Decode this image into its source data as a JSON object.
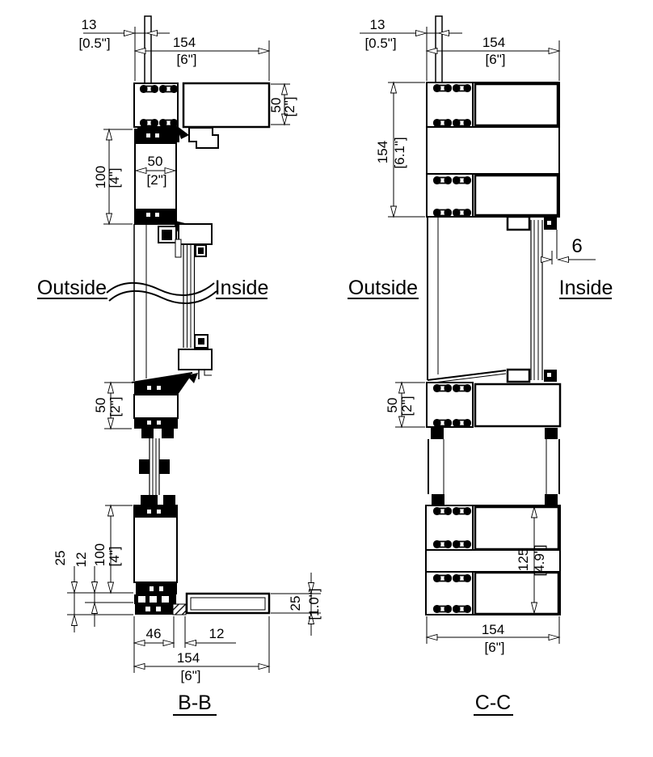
{
  "colors": {
    "line": "#000000",
    "background": "#ffffff"
  },
  "labels": {
    "outside": "Outside",
    "inside": "Inside"
  },
  "bb": {
    "label": "B-B",
    "anchor_mm": "13",
    "anchor_in": "[0.5\"]",
    "top_w_mm": "154",
    "top_w_in": "[6\"]",
    "head_h_mm": "50",
    "head_h_in": "[2\"]",
    "transom_h_mm": "100",
    "transom_h_in": "[4\"]",
    "transom_w_mm": "50",
    "transom_w_in": "[2\"]",
    "sill_h_mm": "50",
    "sill_h_in": "[2\"]",
    "bottom_h_mm": "100",
    "bottom_h_in": "[4\"]",
    "subsill_mm": "25",
    "step_mm": "12",
    "flash_mm": "25",
    "flash_in": "[1.0\"]",
    "inset_mm": "46",
    "gap_mm": "12",
    "bot_w_mm": "154",
    "bot_w_in": "[6\"]"
  },
  "cc": {
    "label": "C-C",
    "anchor_mm": "13",
    "anchor_in": "[0.5\"]",
    "top_w_mm": "154",
    "top_w_in": "[6\"]",
    "head_h_mm": "154",
    "head_h_in": "[6.1\"]",
    "glass_mm": "6",
    "sill_h_mm": "50",
    "sill_h_in": "[2\"]",
    "bottom_h_mm": "125",
    "bottom_h_in": "[4.9\"]",
    "bot_w_mm": "154",
    "bot_w_in": "[6\"]"
  }
}
